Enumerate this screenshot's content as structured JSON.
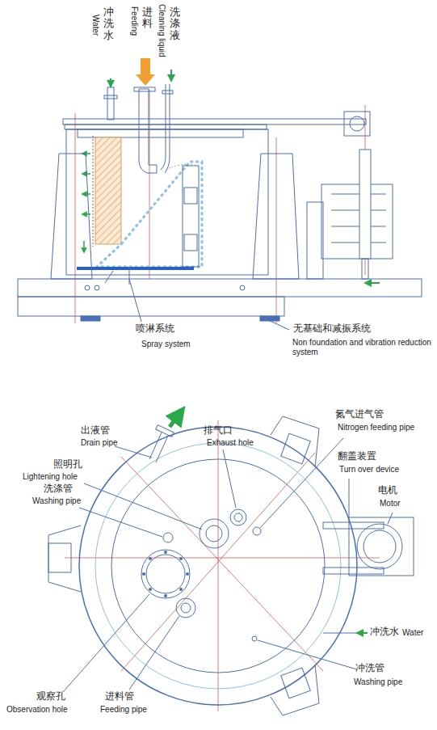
{
  "diagram": {
    "labels": [
      "冲洗水",
      "Water",
      "进料",
      "Feeding",
      "洗涤液",
      "Cleaning liquid",
      "喷淋系统",
      "Spray system",
      "无基础和减振系统",
      "Non foundation and vibration reduction system",
      "出液管",
      "Drain pipe",
      "排气口",
      "Exhaust hole",
      "氮气进气管",
      "Nitrogen feeding pipe",
      "照明孔",
      "Lightening hole",
      "翻盖装置",
      "Turn over device",
      "洗涤管",
      "Washing pipe",
      "电机",
      "Motor",
      "冲洗水",
      "Water",
      "冲洗管",
      "Washing pipe",
      "观察孔",
      "Observation hole",
      "进料管",
      "Feeding pipe"
    ]
  }
}
